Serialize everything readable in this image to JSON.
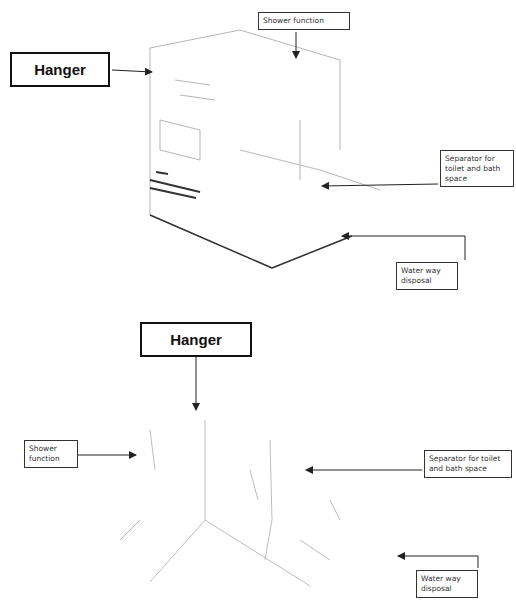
{
  "diagram": {
    "nodes": [
      {
        "text": [
          "Hanger"
        ]
      },
      {
        "text": [
          "Shower function"
        ]
      },
      {
        "text": [
          "Separator for toilet and bath space"
        ]
      },
      {
        "text": [
          "Water way disposal"
        ]
      },
      {
        "text": [
          "Hanger"
        ]
      },
      {
        "text": [
          "Shower function"
        ]
      },
      {
        "text": [
          "Separator for toilet and bath space"
        ]
      },
      {
        "text": [
          "Water way disposal"
        ]
      }
    ]
  }
}
